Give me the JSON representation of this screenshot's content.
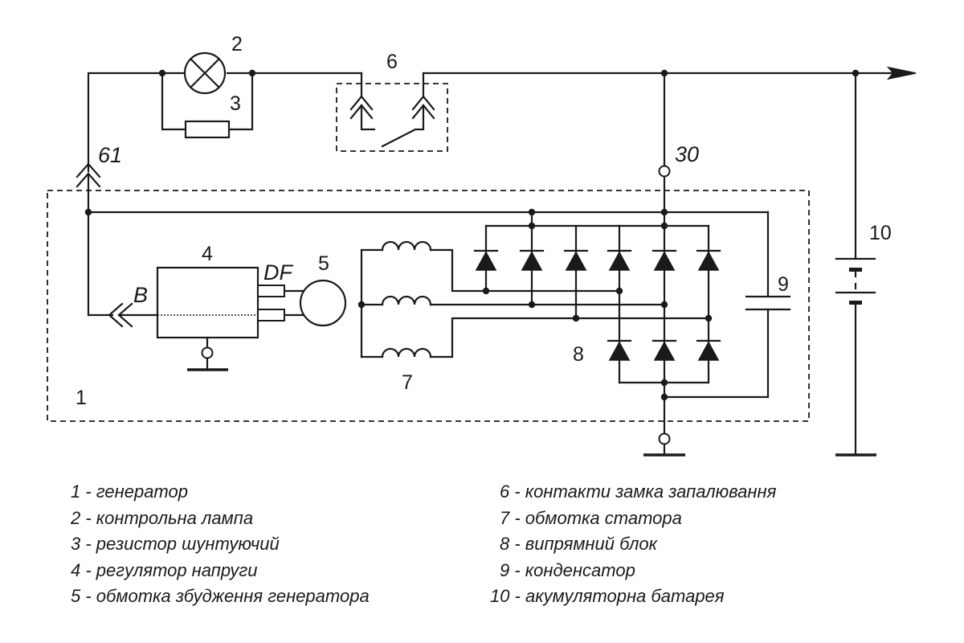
{
  "diagram": {
    "labels": {
      "generator": "1",
      "lamp": "2",
      "resistor": "3",
      "regulator": "4",
      "field_winding": "5",
      "ignition_contacts": "6",
      "stator": "7",
      "rectifier": "8",
      "capacitor": "9",
      "battery": "10",
      "terminal_61": "61",
      "terminal_30": "30",
      "terminal_B": "B",
      "terminal_DF": "DF"
    }
  },
  "legend": {
    "left": [
      "1 - генератор",
      "2 - контрольна лампа",
      "3 - резистор шунтуючий",
      "4 - регулятор напруги",
      "5 - обмотка збудження генератора"
    ],
    "right": [
      "6 - контакти замка запалювання",
      "7 - обмотка статора",
      "8 - випрямний блок",
      "9 - конденсатор",
      "10 - акумуляторна батарея"
    ]
  }
}
